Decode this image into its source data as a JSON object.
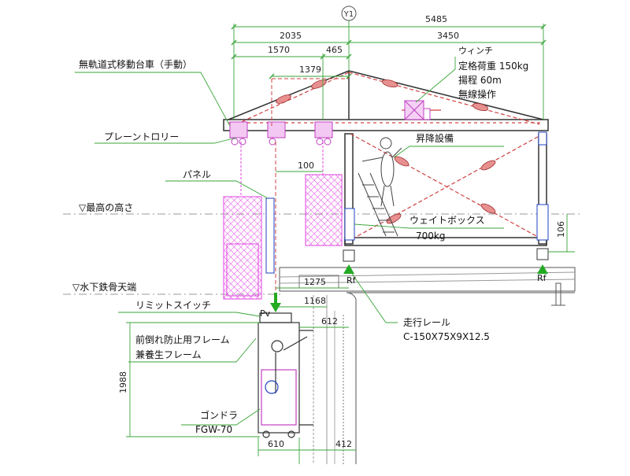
{
  "grid_axis": "Y1",
  "dimensions": {
    "overall": "5485",
    "left_span": "2035",
    "right_span": "3450",
    "d1570": "1570",
    "d465": "465",
    "d1379": "1379",
    "d100": "100",
    "d106": "106",
    "d1275": "1275",
    "d1168": "1168",
    "d612": "612",
    "d1988": "1988",
    "d610": "610",
    "d412": "412"
  },
  "labels": {
    "carriage": "無軌道式移動台車（手動）",
    "winch_title": "ウィンチ",
    "winch_load": "定格荷重 150kg",
    "winch_lift": "揚程 60m",
    "winch_control": "無線操作",
    "plain_trolley": "プレーントロリー",
    "lift_device": "昇降設備",
    "panel": "パネル",
    "max_height": "▽最高の高さ",
    "weight_box": "ウェイトボックス",
    "weight_value": "700kg",
    "steel_top": "▽水下鉄骨天端",
    "rf_left": "Rf",
    "rf_right": "Rf",
    "limit_switch": "リミットスイッチ",
    "pv": "Pv",
    "rail_title": "走行レール",
    "rail_spec": "C-150X75X9X12.5",
    "frame_line1": "前倒れ防止用フレーム",
    "frame_line2": "兼養生フレーム",
    "gondola_title": "ゴンドラ",
    "gondola_model": "FGW-70"
  },
  "colors": {
    "frame": "#333333",
    "brace": "#d04040",
    "panel": "#e040e0",
    "winch": "#c040c0",
    "dimension": "#3aa53a",
    "level_line": "#888888",
    "support_marker": "#22aa22",
    "cable": "#2040c0"
  }
}
